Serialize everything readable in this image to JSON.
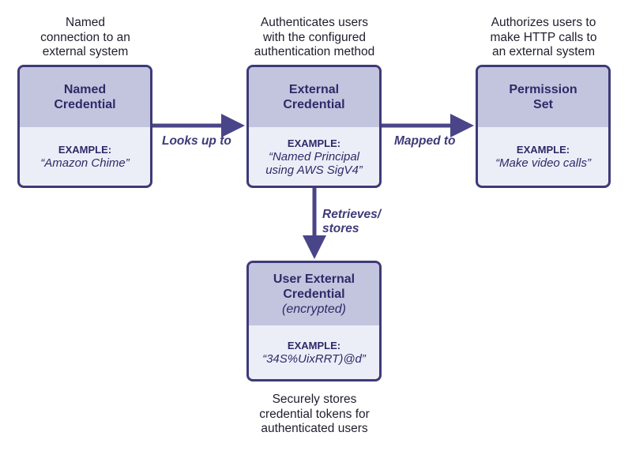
{
  "diagram": {
    "nodes": {
      "named_credential": {
        "caption": "Named\nconnection to an\nexternal system",
        "title": "Named\nCredential",
        "example_label": "EXAMPLE:",
        "example_value": "“Amazon Chime”"
      },
      "external_credential": {
        "caption": "Authenticates users\nwith the configured\nauthentication method",
        "title": "External\nCredential",
        "example_label": "EXAMPLE:",
        "example_value": "“Named Principal\nusing AWS SigV4”"
      },
      "permission_set": {
        "caption": "Authorizes users to\nmake HTTP calls to\nan external system",
        "title": "Permission\nSet",
        "example_label": "EXAMPLE:",
        "example_value": "“Make video calls”"
      },
      "user_external_credential": {
        "caption": "Securely stores\ncredential tokens for\nauthenticated users",
        "title": "User External\nCredential",
        "subtitle": "(encrypted)",
        "example_label": "EXAMPLE:",
        "example_value": "“34S%UixRRT)@d”"
      }
    },
    "edges": {
      "looks_up_to": "Looks up to",
      "mapped_to": "Mapped to",
      "retrieves_stores": "Retrieves/\nstores"
    },
    "colors": {
      "border": "#3e3a78",
      "header_fill": "#c3c5df",
      "body_fill": "#eceef7",
      "arrow": "#4a4589"
    }
  }
}
